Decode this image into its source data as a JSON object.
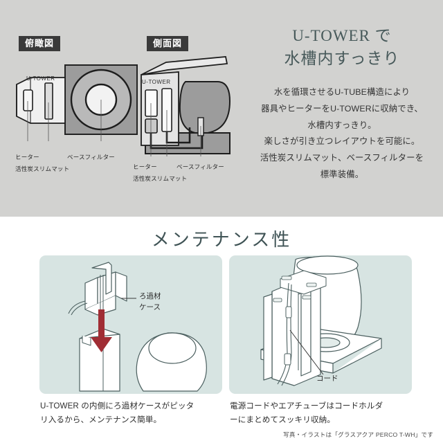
{
  "top": {
    "badges": [
      {
        "label": "俯瞰図",
        "name": "top-view"
      },
      {
        "label": "側面図",
        "name": "side-view"
      }
    ],
    "diagram_top_view": {
      "unit_label": "U-TOWER",
      "labels": {
        "heater": "ヒーター",
        "base_filter": "ベースフィルター",
        "carbon_mat": "活性炭スリムマット"
      }
    },
    "diagram_side_view": {
      "unit_label": "U-TOWER",
      "labels": {
        "heater": "ヒーター",
        "base_filter": "ベースフィルター",
        "carbon_mat": "活性炭スリムマット"
      }
    },
    "headline": {
      "line1": "U-TOWER で",
      "line2": "水槽内すっきり"
    },
    "body": {
      "line1": "水を循環させるU-TUBE構造により",
      "line2": "器具やヒーターをU-TOWERに収納でき、",
      "line3": "水槽内すっきり。",
      "line4": "楽しさが引き立つレイアウトを可能に。",
      "line5": "活性炭スリムマット、ベースフィルターを",
      "line6": "標準装備。"
    }
  },
  "bottom": {
    "section_title": "メンテナンス性",
    "panel_filter_case": {
      "callout": {
        "line1": "ろ過材",
        "line2": "ケース"
      }
    },
    "panel_cord_holder": {
      "callout": "コード"
    },
    "caption_filter_case": {
      "line1": "U-TOWER の内側にろ過材ケースがピッタ",
      "line2": "リ入るから、メンテナンス簡単。"
    },
    "caption_cord_holder": {
      "line1": "電源コードやエアチューブはコードホルダ",
      "line2": "ーにまとめてスッキリ収納。"
    }
  },
  "footer": {
    "credit": "写真・イラストは「グラスアクア PERCO T-WH」です"
  },
  "colors": {
    "top_background": "#d2d2d0",
    "badge_background": "#3a3a3a",
    "headline_text": "#47595a",
    "section_title_text": "#3f5355",
    "panel_background": "#d7e4e2",
    "arrow_red": "#a02d34",
    "diagram_gray": "#9c9c9c"
  }
}
